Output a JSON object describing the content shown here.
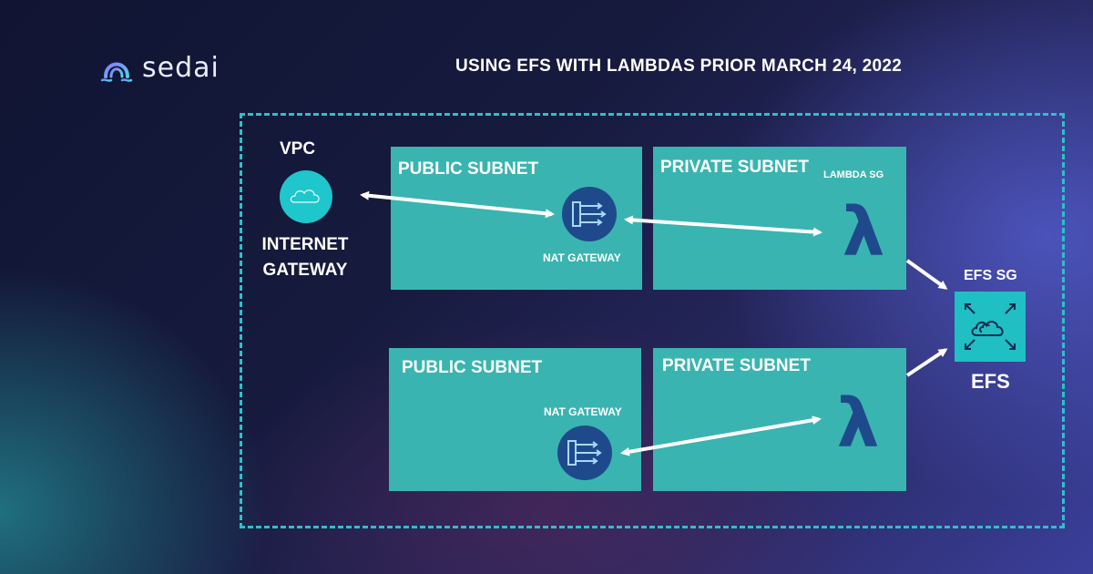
{
  "brand": {
    "name": "sedai",
    "icon": "sedai-logo-icon"
  },
  "title": "USING EFS WITH LAMBDAS PRIOR MARCH 24, 2022",
  "vpc": {
    "label": "VPC"
  },
  "internet_gateway": {
    "label_line1": "INTERNET",
    "label_line2": "GATEWAY",
    "icon": "cloud-icon"
  },
  "subnets": {
    "public_1": {
      "label": "PUBLIC SUBNET",
      "nat_label": "NAT GATEWAY"
    },
    "private_1": {
      "label": "PRIVATE SUBNET",
      "sg_label": "LAMBDA SG"
    },
    "public_2": {
      "label": "PUBLIC SUBNET",
      "nat_label": "NAT GATEWAY"
    },
    "private_2": {
      "label": "PRIVATE SUBNET"
    }
  },
  "efs": {
    "sg_label": "EFS SG",
    "label": "EFS",
    "icon": "efs-icon"
  },
  "colors": {
    "subnet": "#3ab4b0",
    "vpc_border": "#2ec0c8",
    "icon_dark": "#1e4a8c",
    "efs_box": "#20bfc4"
  }
}
